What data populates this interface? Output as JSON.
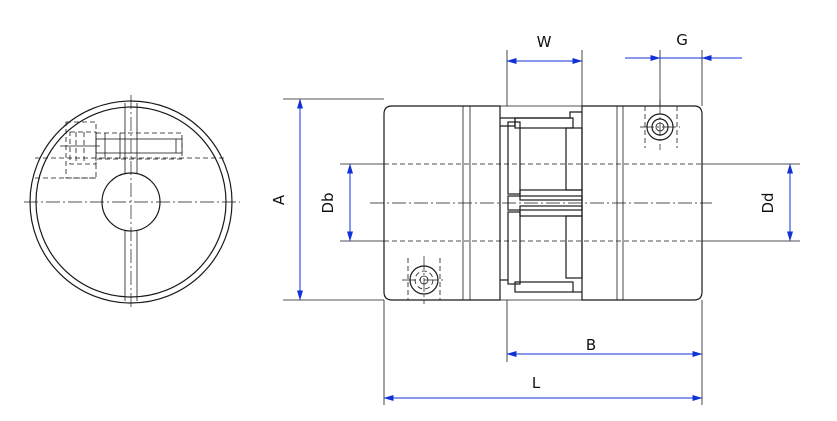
{
  "dimension_labels": {
    "W": "W",
    "G": "G",
    "A": "A",
    "Db": "Db",
    "Dd": "Dd",
    "B": "B",
    "L": "L"
  },
  "colors": {
    "dimension_line": "#1030d8",
    "outline": "#1a1a1a",
    "background": "#ffffff"
  }
}
